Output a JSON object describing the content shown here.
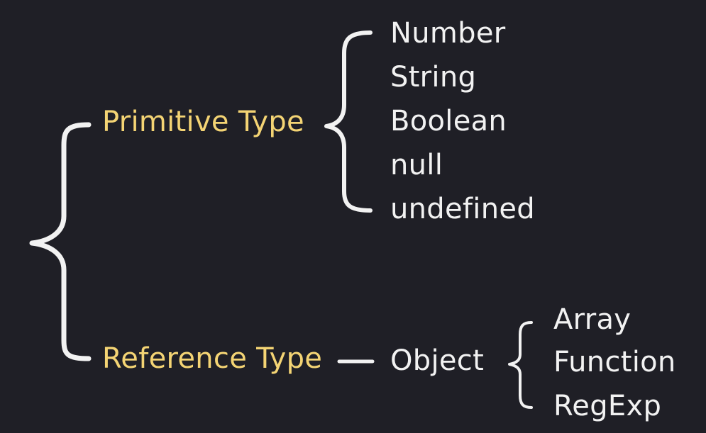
{
  "colors": {
    "background": "#1f1f26",
    "category_text": "#f4d474",
    "item_text": "#f2f2f2",
    "lines": "#f2f2f2"
  },
  "categories": {
    "primitive": "Primitive Type",
    "reference": "Reference Type"
  },
  "primitive_types": [
    "Number",
    "String",
    "Boolean",
    "null",
    "undefined"
  ],
  "reference": {
    "object": "Object",
    "object_subtypes": [
      "Array",
      "Function",
      "RegExp"
    ]
  }
}
